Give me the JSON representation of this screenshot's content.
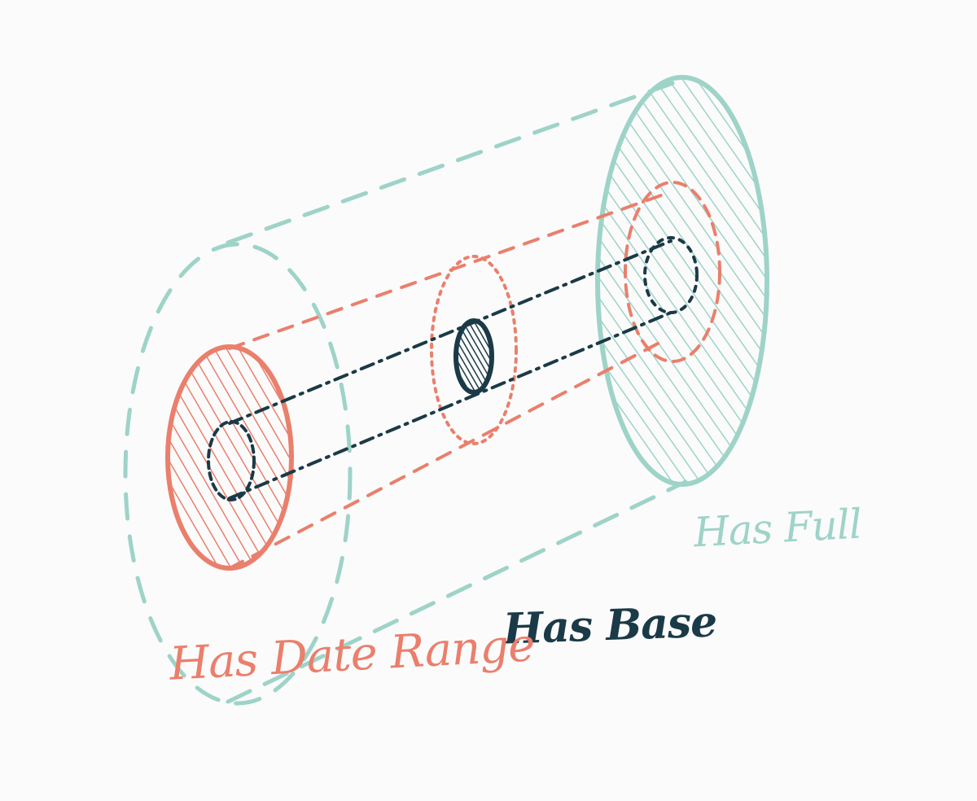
{
  "labels": {
    "full": "Has Full",
    "base": "Has Base",
    "date_range": "Has Date Range"
  },
  "colors": {
    "full": "#9ed3c8",
    "date_range": "#ea7f6c",
    "base": "#1b3a47",
    "background": "#fbfbfb"
  }
}
